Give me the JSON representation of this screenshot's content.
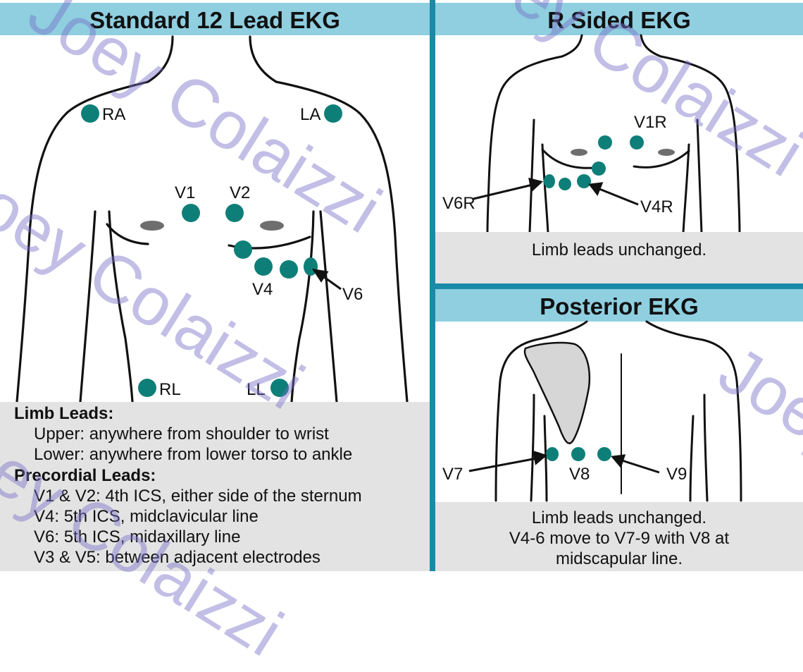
{
  "panels": {
    "standard": {
      "title": "Standard 12 Lead EKG",
      "electrodes": [
        "RA",
        "LA",
        "V1",
        "V2",
        "V4",
        "V6",
        "RL",
        "LL"
      ],
      "notes": {
        "limb_heading": "Limb Leads:",
        "limb_upper": "Upper: anywhere from shoulder to wrist",
        "limb_lower": "Lower: anywhere from lower torso to ankle",
        "precordial_heading": "Precordial Leads:",
        "v1v2": "V1 & V2: 4th ICS, either side of the sternum",
        "v4": "V4: 5th ICS, midclavicular line",
        "v6": "V6: 5th ICS, midaxillary line",
        "v3v5": "V3 & V5: between adjacent electrodes"
      }
    },
    "right_sided": {
      "title": "R Sided EKG",
      "electrodes": [
        "V1R",
        "V6R",
        "V4R"
      ],
      "caption": "Limb leads unchanged."
    },
    "posterior": {
      "title": "Posterior EKG",
      "electrodes": [
        "V7",
        "V8",
        "V9"
      ],
      "caption_line1": "Limb leads unchanged.",
      "caption_line2": "V4-6 move to V7-9 with V8 at",
      "caption_line3": "midscapular line."
    }
  },
  "watermark": "Joey Colaizzi",
  "colors": {
    "header_bg": "#8fcfe0",
    "divider": "#1a8aa8",
    "electrode": "#0e7f78",
    "note_bg": "#e3e3e3",
    "nipple": "#6e6e6e",
    "watermark": "#786ec8"
  }
}
